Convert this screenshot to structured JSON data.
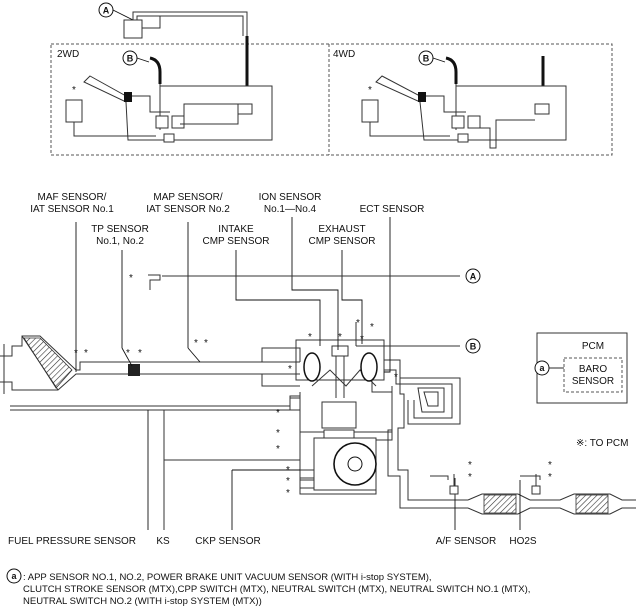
{
  "callouts": {
    "a": "A",
    "b": "B",
    "circle_a": "a"
  },
  "panels": {
    "left_title": "2WD",
    "right_title": "4WD"
  },
  "marker": "*",
  "labels": {
    "maf_l1": "MAF SENSOR/",
    "maf_l2": "IAT SENSOR No.1",
    "map_l1": "MAP SENSOR/",
    "map_l2": "IAT SENSOR No.2",
    "ion_l1": "ION SENSOR",
    "ion_l2": "No.1—No.4",
    "ect": "ECT SENSOR",
    "tp_l1": "TP SENSOR",
    "tp_l2": "No.1, No.2",
    "intake_l1": "INTAKE",
    "intake_l2": "CMP SENSOR",
    "exhaust_l1": "EXHAUST",
    "exhaust_l2": "CMP SENSOR",
    "fuel_pressure": "FUEL PRESSURE SENSOR",
    "ks": "KS",
    "ckp": "CKP SENSOR",
    "af": "A/F SENSOR",
    "ho2s": "HO2S"
  },
  "pcm": {
    "title": "PCM",
    "baro_l1": "BARO",
    "baro_l2": "SENSOR"
  },
  "to_pcm": "※: TO PCM",
  "note": {
    "line1": ": APP SENSOR NO.1, NO.2, POWER BRAKE UNIT VACUUM SENSOR (WITH i-stop SYSTEM),",
    "line2": "CLUTCH STROKE SENSOR (MTX),CPP SWITCH (MTX), NEUTRAL SWITCH (MTX), NEUTRAL SWITCH NO.1 (MTX),",
    "line3": "NEUTRAL SWITCH NO.2  (WITH i-stop SYSTEM (MTX))"
  }
}
